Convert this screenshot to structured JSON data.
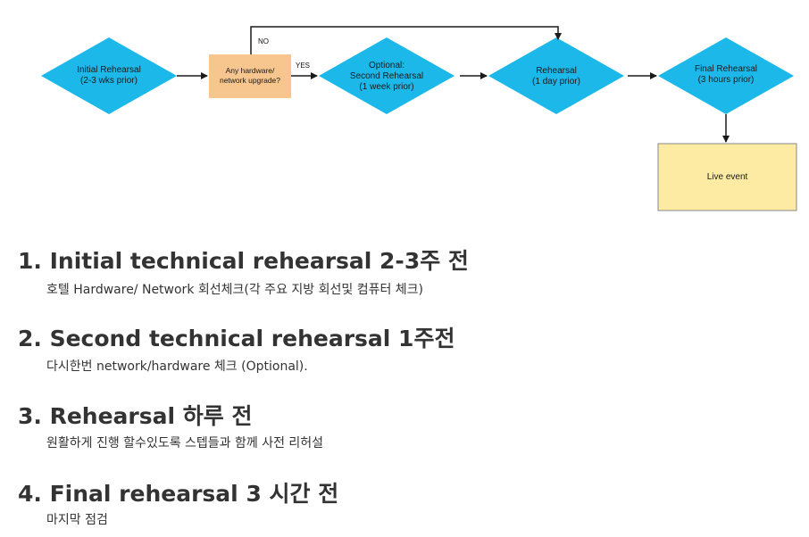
{
  "diagram": {
    "nodes": {
      "initial": [
        "Initial Rehearsal",
        "(2-3 wks prior)"
      ],
      "decision": [
        "Any hardware/",
        "network upgrade?"
      ],
      "optional": [
        "Optional:",
        "Second Rehearsal",
        "(1 week prior)"
      ],
      "rehearsal": [
        "Rehearsal",
        "(1 day prior)"
      ],
      "final": [
        "Final Rehearsal",
        "(3 hours prior)"
      ],
      "live": [
        "Live event"
      ]
    },
    "edge_labels": {
      "no": "NO",
      "yes": "YES"
    },
    "colors": {
      "diamond": "#1cb8e9",
      "decision": "#f7c68e",
      "live": "#fdeba3",
      "line": "#1a1a1a"
    }
  },
  "steps": [
    {
      "title": "1. Initial technical rehearsal 2-3주 전",
      "desc": "호텔 Hardware/ Network 회선체크(각 주요 지방 회선및 컴퓨터 체크)"
    },
    {
      "title": "2. Second technical rehearsal 1주전",
      "desc": "다시한번 network/hardware 체크 (Optional)."
    },
    {
      "title": "3. Rehearsal 하루 전",
      "desc": "원활하게 진행 할수있도록 스텝들과 함께 사전 리허설"
    },
    {
      "title": "4. Final rehearsal 3 시간 전",
      "desc": "마지막 점검"
    }
  ]
}
